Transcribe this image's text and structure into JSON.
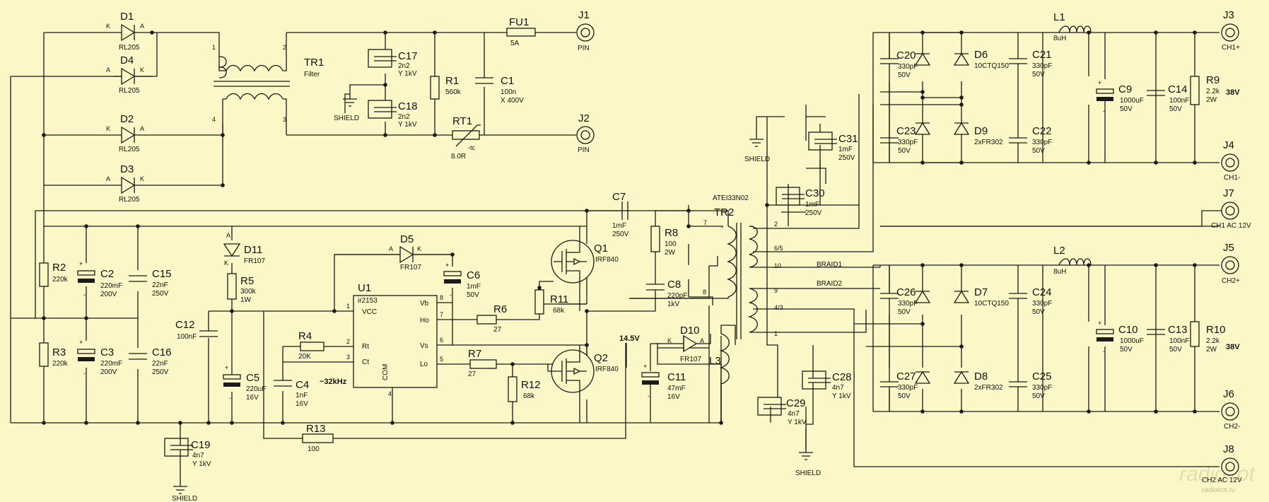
{
  "watermark": {
    "logo": "radiokot",
    "site": "radiokot.ru"
  },
  "components": {
    "D1": {
      "ref": "D1",
      "v1": "RL205"
    },
    "D4": {
      "ref": "D4",
      "v1": "RL205"
    },
    "D2": {
      "ref": "D2",
      "v1": "RL205"
    },
    "D3": {
      "ref": "D3",
      "v1": "RL205"
    },
    "TR1": {
      "ref": "TR1",
      "v1": "Filter"
    },
    "C17": {
      "ref": "C17",
      "v1": "2n2",
      "v2": "Y 1kV"
    },
    "C18": {
      "ref": "C18",
      "v1": "2n2",
      "v2": "Y 1kV"
    },
    "R1": {
      "ref": "R1",
      "v1": "560k"
    },
    "C1": {
      "ref": "C1",
      "v1": "100n",
      "v2": "X 400V"
    },
    "FU1": {
      "ref": "FU1",
      "v1": "5A"
    },
    "RT1": {
      "ref": "RT1",
      "v1": "8.0R"
    },
    "J1": {
      "ref": "J1",
      "v1": "PIN"
    },
    "J2": {
      "ref": "J2",
      "v1": "PIN"
    },
    "R2": {
      "ref": "R2",
      "v1": "220k"
    },
    "R3": {
      "ref": "R3",
      "v1": "220k"
    },
    "C2": {
      "ref": "C2",
      "v1": "220mF",
      "v2": "200V"
    },
    "C3": {
      "ref": "C3",
      "v1": "220mF",
      "v2": "200V"
    },
    "C15": {
      "ref": "C15",
      "v1": "22nF",
      "v2": "250V"
    },
    "C16": {
      "ref": "C16",
      "v1": "22nF",
      "v2": "250V"
    },
    "D11": {
      "ref": "D11",
      "v1": "FR107"
    },
    "R5": {
      "ref": "R5",
      "v1": "300k",
      "v2": "1W"
    },
    "C5": {
      "ref": "C5",
      "v1": "220uF",
      "v2": "16V"
    },
    "C12": {
      "ref": "C12",
      "v1": "100nF"
    },
    "C19": {
      "ref": "C19",
      "v1": "4n7",
      "v2": "Y 1kV"
    },
    "U1": {
      "ref": "U1",
      "v1": "ir2153"
    },
    "D5": {
      "ref": "D5",
      "v1": "FR107"
    },
    "C6": {
      "ref": "C6",
      "v1": "1mF",
      "v2": "50V"
    },
    "R4": {
      "ref": "R4",
      "v1": "20K"
    },
    "C4": {
      "ref": "C4",
      "v1": "1nF",
      "v2": "16V"
    },
    "R6": {
      "ref": "R6",
      "v1": "27"
    },
    "R7": {
      "ref": "R7",
      "v1": "27"
    },
    "R11": {
      "ref": "R11",
      "v1": "68k"
    },
    "R12": {
      "ref": "R12",
      "v1": "68k"
    },
    "Q1": {
      "ref": "Q1",
      "v1": "IRF840"
    },
    "Q2": {
      "ref": "Q2",
      "v1": "IRF840"
    },
    "R13": {
      "ref": "R13",
      "v1": "100"
    },
    "C7": {
      "ref": "C7",
      "v1": "1mF",
      "v2": "250V"
    },
    "R8": {
      "ref": "R8",
      "v1": "100",
      "v2": "2W"
    },
    "C8": {
      "ref": "C8",
      "v1": "220pF",
      "v2": "1kV"
    },
    "D10": {
      "ref": "D10",
      "v1": "FR107"
    },
    "C11": {
      "ref": "C11",
      "v1": "47mF",
      "v2": "16V"
    },
    "L3": {
      "ref": "L3"
    },
    "TR2": {
      "ref": "TR2",
      "v1": "ATEI33N02"
    },
    "C31": {
      "ref": "C31",
      "v1": "1mF",
      "v2": "250V"
    },
    "C30": {
      "ref": "C30",
      "v1": "1mF",
      "v2": "250V"
    },
    "C28": {
      "ref": "C28",
      "v1": "4n7",
      "v2": "Y 1kV"
    },
    "C29": {
      "ref": "C29",
      "v1": "4n7",
      "v2": "Y 1kV"
    },
    "C20": {
      "ref": "C20",
      "v1": "330pF",
      "v2": "50V"
    },
    "C21": {
      "ref": "C21",
      "v1": "330pF",
      "v2": "50V"
    },
    "C22": {
      "ref": "C22",
      "v1": "330pF",
      "v2": "50V"
    },
    "C23": {
      "ref": "C23",
      "v1": "330pF",
      "v2": "50V"
    },
    "C24": {
      "ref": "C24",
      "v1": "330pF",
      "v2": "50V"
    },
    "C25": {
      "ref": "C25",
      "v1": "330pF",
      "v2": "50V"
    },
    "C26": {
      "ref": "C26",
      "v1": "330pF",
      "v2": "50V"
    },
    "C27": {
      "ref": "C27",
      "v1": "330pF",
      "v2": "50V"
    },
    "D6": {
      "ref": "D6",
      "v1": "10CTQ150"
    },
    "D7": {
      "ref": "D7",
      "v1": "10CTQ150"
    },
    "D8": {
      "ref": "D8",
      "v1": "2xFR302"
    },
    "D9": {
      "ref": "D9",
      "v1": "2xFR302"
    },
    "L1": {
      "ref": "L1",
      "v1": "8uH"
    },
    "L2": {
      "ref": "L2",
      "v1": "8uH"
    },
    "C9": {
      "ref": "C9",
      "v1": "1000uF",
      "v2": "50V"
    },
    "C10": {
      "ref": "C10",
      "v1": "1000uF",
      "v2": "50V"
    },
    "C14": {
      "ref": "C14",
      "v1": "100nF",
      "v2": "50V"
    },
    "C13": {
      "ref": "C13",
      "v1": "100nF",
      "v2": "50V"
    },
    "R9": {
      "ref": "R9",
      "v1": "2.2k",
      "v2": "2W"
    },
    "R10": {
      "ref": "R10",
      "v1": "2.2k",
      "v2": "2W"
    },
    "J3": {
      "ref": "J3",
      "v1": "CH1+"
    },
    "J4": {
      "ref": "J4",
      "v1": "CH1-"
    },
    "J5": {
      "ref": "J5",
      "v1": "CH2+"
    },
    "J6": {
      "ref": "J6",
      "v1": "CH2-"
    },
    "J7": {
      "ref": "J7",
      "v1": "CH1 AC 12V"
    },
    "J8": {
      "ref": "J8",
      "v1": "CH2 AC 12V"
    }
  },
  "labels": {
    "shield": "SHIELD",
    "braid1": "BRAID1",
    "braid2": "BRAID2",
    "freq": "~32kHz",
    "v14": "14.5V",
    "v38": "38V",
    "anode": "A",
    "cathode": "K",
    "plus": "+",
    "minus": "-",
    "tc": "-tc",
    "u1_vcc": "VCC",
    "u1_rt": "Rt",
    "u1_ct": "Ct",
    "u1_com": "COM",
    "u1_vb": "Vb",
    "u1_ho": "Ho",
    "u1_vs": "Vs",
    "u1_lo": "Lo"
  },
  "pins": {
    "tr1": [
      "1",
      "2",
      "4",
      "3"
    ],
    "u1": [
      "1",
      "2",
      "3",
      "4",
      "8",
      "7",
      "6",
      "5"
    ],
    "tr2": [
      "7",
      "8",
      "2",
      "6/5",
      "10",
      "9",
      "4/3",
      "1"
    ]
  }
}
